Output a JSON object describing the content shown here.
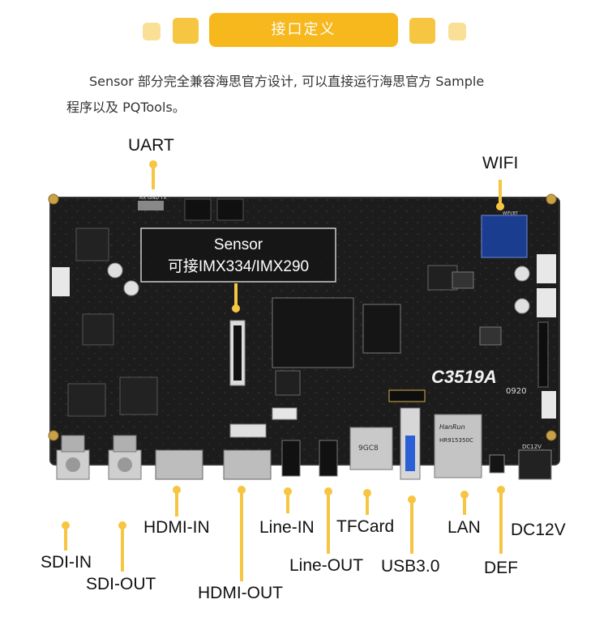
{
  "header": {
    "title": "接口定义"
  },
  "intro": {
    "line1": "Sensor 部分完全兼容海思官方设计, 可以直接运行海思官方 Sample",
    "line2": "程序以及 PQTools。"
  },
  "board": {
    "model": "C3519A",
    "silk_code": "0920",
    "sensor_box_line1": "Sensor",
    "sensor_box_line2": "可接IMX334/IMX290",
    "lan_chip_brand": "HanRun",
    "lan_chip_model": "HR915350C",
    "tf_mark": "9GC8",
    "dc_silk": "DC12V",
    "uart_silk": "RX GND TX",
    "wifi_silk": "WIFI/BT"
  },
  "labels": {
    "uart": "UART",
    "wifi": "WIFI",
    "sdi_in": "SDI-IN",
    "sdi_out": "SDI-OUT",
    "hdmi_in": "HDMI-IN",
    "hdmi_out": "HDMI-OUT",
    "line_in": "Line-IN",
    "line_out": "Line-OUT",
    "tfcard": "TFCard",
    "usb3": "USB3.0",
    "lan": "LAN",
    "def": "DEF",
    "dc12v": "DC12V"
  },
  "colors": {
    "accent": "#f6c542",
    "title_bg": "#f6b81c",
    "pcb": "#1c1c1c"
  }
}
